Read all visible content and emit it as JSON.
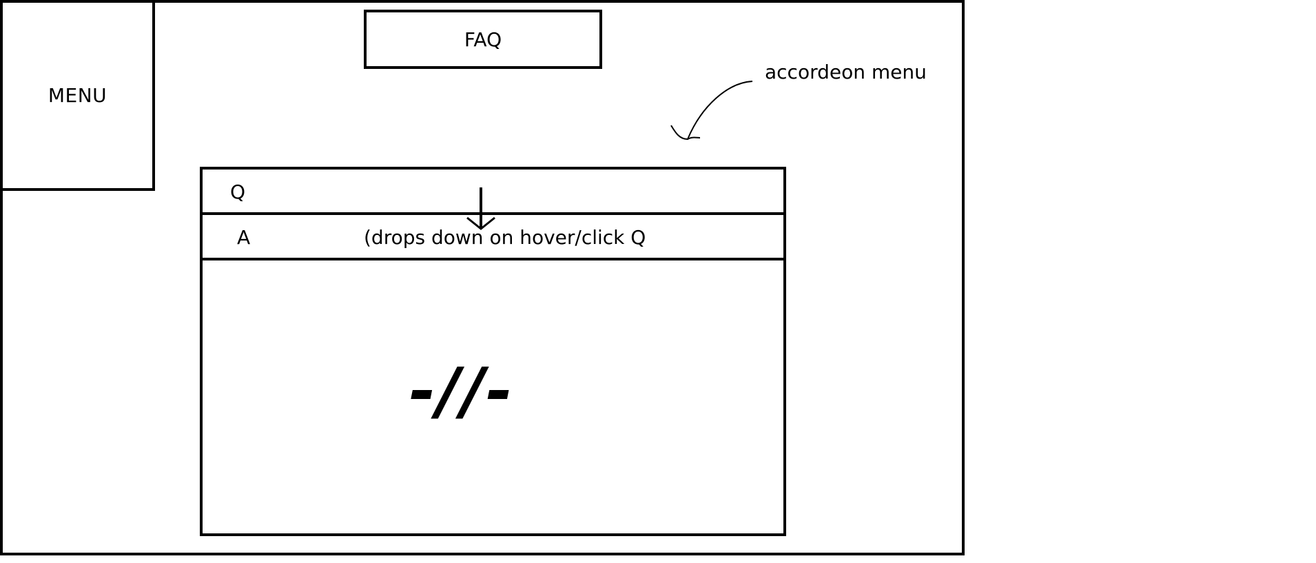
{
  "menu": {
    "label": "MENU"
  },
  "faq": {
    "label": "FAQ"
  },
  "accordion": {
    "question_label": "Q",
    "answer_label": "A",
    "answer_note": "(drops down on hover/click Q",
    "content_placeholder": "-//-"
  },
  "annotation": {
    "label": "accordeon menu",
    "icon": "hand-drawn-arrow-icon"
  },
  "colors": {
    "stroke": "#000000",
    "background": "#ffffff"
  }
}
